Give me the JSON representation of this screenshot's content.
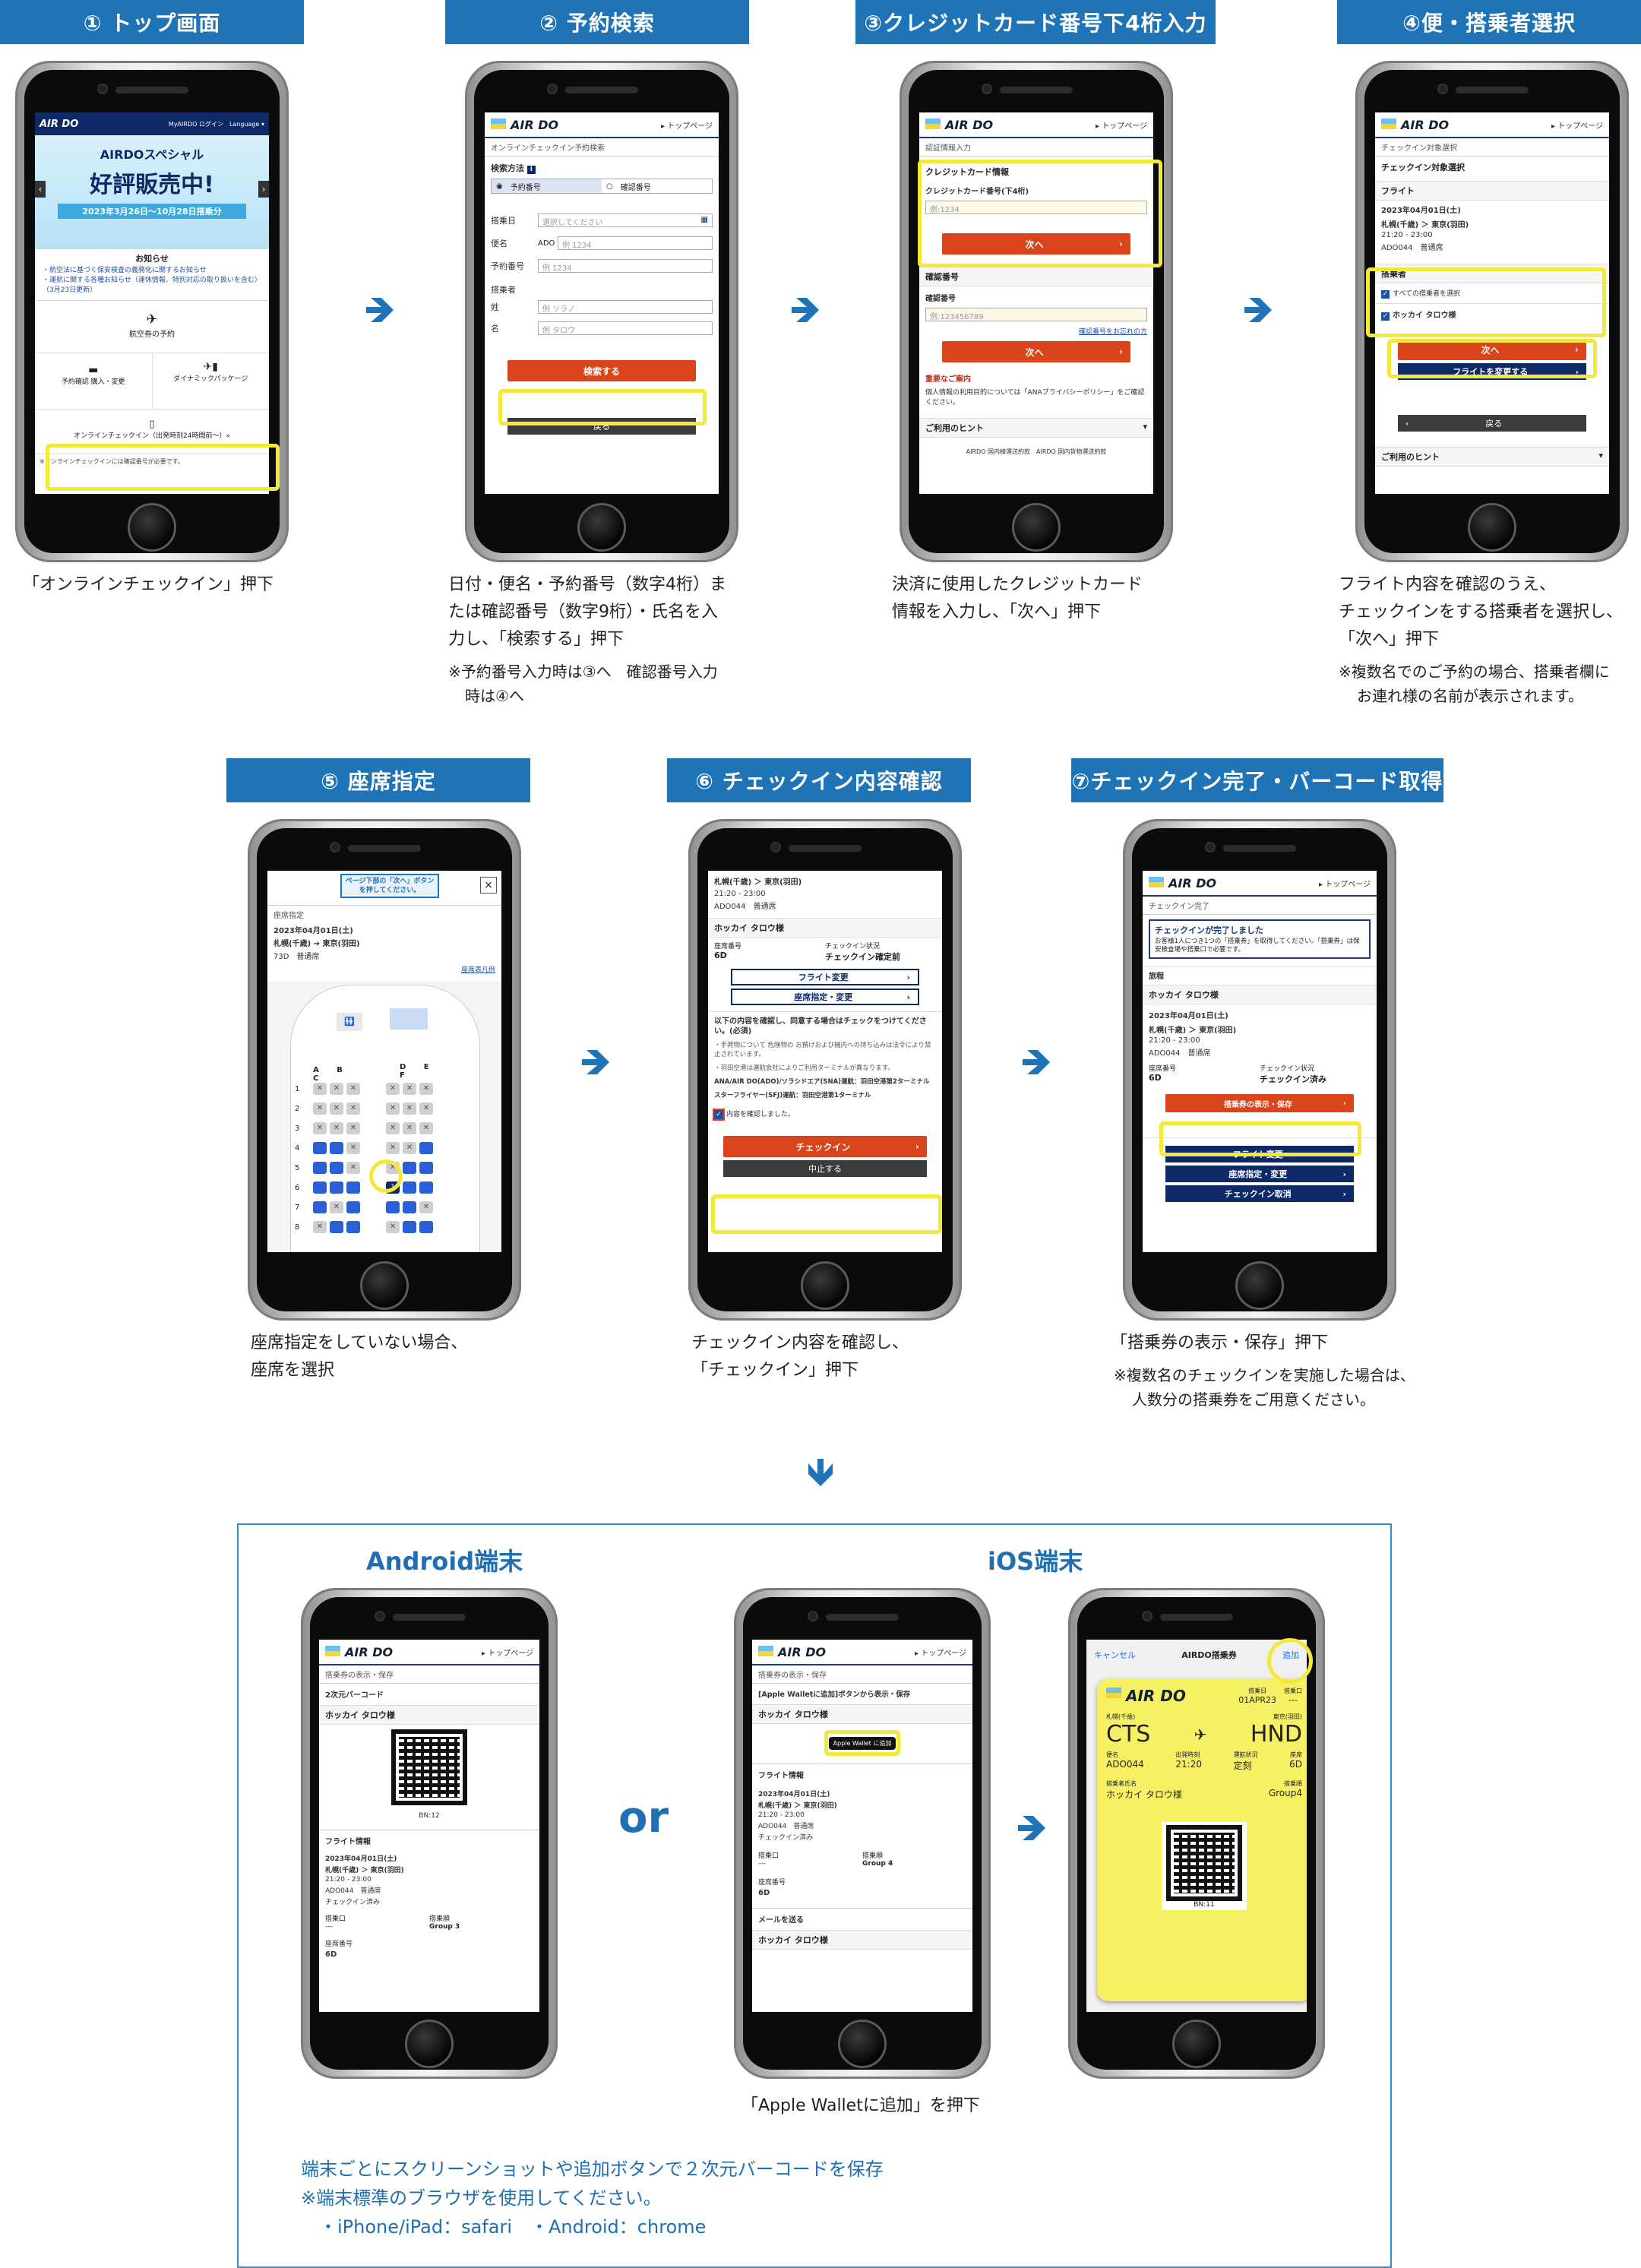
{
  "steps": [
    {
      "title": "① トップ画面"
    },
    {
      "title": "② 予約検索"
    },
    {
      "title": "③クレジットカード番号下4桁入力"
    },
    {
      "title": "④便・搭乗者選択"
    },
    {
      "title": "⑤ 座席指定"
    },
    {
      "title": "⑥ チェックイン内容確認"
    },
    {
      "title": "⑦チェックイン完了・バーコード取得"
    }
  ],
  "captions": {
    "s1": "「オンラインチェックイン」押下",
    "s2_l1": "日付・便名・予約番号（数字4桁）ま",
    "s2_l2": "たは確認番号（数字9桁）・氏名を入",
    "s2_l3": "力し、「検索する」押下",
    "s2_n1": "※予約番号入力時は③へ　確認番号入力",
    "s2_n2": "時は④へ",
    "s3_l1": "決済に使用したクレジットカード",
    "s3_l2": "情報を入力し、「次へ」押下",
    "s4_l1": "フライト内容を確認のうえ、",
    "s4_l2": "チェックインをする搭乗者を選択し、",
    "s4_l3": "「次へ」押下",
    "s4_n1": "※複数名でのご予約の場合、搭乗者欄に",
    "s4_n2": "お連れ様の名前が表示されます。",
    "s5_l1": "座席指定をしていない場合、",
    "s5_l2": "座席を選択",
    "s6_l1": "チェックイン内容を確認し、",
    "s6_l2": "「チェックイン」押下",
    "s7_l1": "「搭乗券の表示・保存」押下",
    "s7_n1": "※複数名のチェックインを実施した場合は、",
    "s7_n2": "人数分の搭乗券をご用意ください。",
    "wallet_btn": "「Apple Walletに追加」を押下"
  },
  "devices": {
    "android": "Android端末",
    "ios": "iOS端末",
    "or": "or"
  },
  "bottom_note": {
    "l1": "端末ごとにスクリーンショットや追加ボタンで２次元バーコードを保存",
    "l2": "※端末標準のブラウザを使用してください。",
    "l3": "・iPhone/iPad：safari　・Android：chrome"
  },
  "screens": {
    "common": {
      "logo": "AIR DO",
      "top_link": "▸ トップページ"
    },
    "top": {
      "menu": "MyAIRDO ログイン　Language ▾",
      "promo1": "AIRDOスペシャル",
      "promo2": "好評販売中!",
      "promo3": "2023年3月26日〜10月28日搭乗分",
      "news_title": "お知らせ",
      "news1": "・航空法に基づく保安検査の義務化に関するお知らせ",
      "news2": "・運航に関する各種お知らせ（運休情報、特別対応の取り扱いを含む）（3月23日更新）",
      "tile1": "航空券の予約",
      "tile2": "予約確認 購入・変更",
      "tile3": "ダイナミックパッケージ",
      "tile4": "オンラインチェックイン（出発時刻24時間前〜）»",
      "foot": "※オンラインチェックインには確認番号が必要です。"
    },
    "search": {
      "crumb": "オンラインチェックイン予約検索",
      "method": "検索方法",
      "opt1": "予約番号",
      "opt2": "確認番号",
      "date_label": "搭乗日",
      "date_ph": "選択してください",
      "flight_label": "便名",
      "flight_pre": "ADO",
      "flight_ph": "例 1234",
      "resv_label": "予約番号",
      "resv_ph": "例 1234",
      "name_label": "搭乗者",
      "last": "姓",
      "last_ph": "例 ソラノ",
      "first": "名",
      "first_ph": "例 タロウ",
      "search_btn": "検索する",
      "back_btn": "戻る"
    },
    "card": {
      "crumb": "認証情報入力",
      "sec": "クレジットカード情報",
      "label": "クレジットカード番号(下4桁)",
      "ph": "例:1234",
      "next": "次へ",
      "conf_sec": "確認番号",
      "conf_label": "確認番号",
      "conf_ph": "例:123456789",
      "conf_link": "確認番号をお忘れの方",
      "important": "重要なご案内",
      "important_txt": "個人情報の利用目的については「ANAプライバシーポリシー」をご確認ください。",
      "hint": "ご利用のヒント",
      "foot": "AIRDO 国内線運送約款　AIRDO 国内貨物運送約款"
    },
    "select": {
      "crumb": "チェックイン対象選択",
      "sec": "チェックイン対象選択",
      "flight": "フライト",
      "date": "2023年04月01日(土)",
      "route": "札幌(千歳) ＞ 東京(羽田)",
      "time": "21:20 - 23:00",
      "fl": "ADO044　普通席",
      "pax": "搭乗者",
      "all": "すべての搭乗者を選択",
      "pname": "ホッカイ タロウ様",
      "next": "次へ",
      "change": "フライトを変更する",
      "back": "戻る",
      "hint": "ご利用のヒント"
    },
    "seat": {
      "tip": "ページ下部の「次へ」ボタンを押してください。",
      "crumb": "座席指定",
      "date": "2023年04月01日(土)",
      "route": "札幌(千歳) ➔ 東京(羽田)",
      "fl": "73D　普通席",
      "legend": "座席表凡例",
      "cols_l": "A B C",
      "cols_r": "D E F",
      "sel": "1"
    },
    "confirm": {
      "route": "札幌(千歳) ＞ 東京(羽田)",
      "time": "21:20 - 23:00",
      "fl": "ADO044　普通席",
      "pname": "ホッカイ タロウ様",
      "seat_label": "座席番号",
      "seat": "6D",
      "status_label": "チェックイン状況",
      "status": "チェックイン確定前",
      "change_fl": "フライト変更",
      "change_seat": "座席指定・変更",
      "agree": "以下の内容を確認し、同意する場合はチェックをつけてください。(必須)",
      "b1": "・手荷物について 危険物の お預けおよび機内への持ち込みは法令により禁止されています。",
      "b2": "・羽田空港は運航会社によりご利用ターミナルが異なります。",
      "b3": "ANA/AIR DO(ADO)/ソラシドエア(SNA)運航：羽田空港第2ターミナル",
      "b4": "スターフライヤー(SFJ)運航：羽田空港第1ターミナル",
      "check": "内容を確認しました。",
      "btn": "チェックイン",
      "cancel": "中止する"
    },
    "done": {
      "crumb": "チェックイン完了",
      "title": "チェックインが完了しました",
      "msg": "お客様1人につき1つの「搭乗券」を取得してください。「搭乗券」は保安検査場や搭乗口で必要です。",
      "sec": "旅程",
      "pname": "ホッカイ タロウ様",
      "date": "2023年04月01日(土)",
      "route": "札幌(千歳) ＞ 東京(羽田)",
      "time": "21:20 - 23:00",
      "fl": "ADO044　普通席",
      "seat_label": "座席番号",
      "seat": "6D",
      "status_label": "チェックイン状況",
      "status": "チェックイン済み",
      "bp_btn": "搭乗券の表示・保存",
      "b1": "フライト変更",
      "b2": "座席指定・変更",
      "b3": "チェックイン取消"
    },
    "android": {
      "crumb": "搭乗券の表示・保存",
      "sec": "2次元バーコード",
      "pname": "ホッカイ タロウ様",
      "bn": "BN:12",
      "info": "フライト情報",
      "date": "2023年04月01日(土)",
      "route": "札幌(千歳) ＞ 東京(羽田)",
      "time": "21:20 - 23:00",
      "fl": "ADO044　普通席",
      "st": "チェックイン済み",
      "gate": "搭乗口",
      "gate_v": "---",
      "group": "搭乗順",
      "group_v": "Group 3",
      "seat_label": "座席番号",
      "seat": "6D"
    },
    "ios1": {
      "crumb": "搭乗券の表示・保存",
      "sec": "[Apple Walletに追加]ボタンから表示・保存",
      "pname": "ホッカイ タロウ様",
      "wallet": "Apple Wallet に追加",
      "info": "フライト情報",
      "date": "2023年04月01日(土)",
      "route": "札幌(千歳) ＞ 東京(羽田)",
      "time": "21:20 - 23:00",
      "fl": "ADO044　普通席",
      "st": "チェックイン済み",
      "gate": "搭乗口",
      "gate_v": "---",
      "group": "搭乗順",
      "group_v": "Group 4",
      "seat_label": "座席番号",
      "seat": "6D",
      "mail": "メールを送る",
      "pname2": "ホッカイ タロウ様"
    },
    "ios2": {
      "cancel": "キャンセル",
      "title": "AIRDO搭乗券",
      "add": "追加",
      "date_label": "搭乗日",
      "date": "01APR23",
      "gate_label": "搭乗口",
      "gate": "---",
      "from_city": "札幌(千歳)",
      "from": "CTS",
      "to_city": "東京(羽田)",
      "to": "HND",
      "fl_label": "便名",
      "fl": "ADO044",
      "dep_label": "出発時刻",
      "dep": "21:20",
      "arr_label": "運航状況",
      "arr": "定刻",
      "seat_label": "座席",
      "seat": "6D",
      "pname_label": "搭乗者氏名",
      "pname": "ホッカイ タロウ様",
      "grp_label": "搭乗順",
      "grp": "Group4",
      "bn": "BN:11"
    }
  }
}
